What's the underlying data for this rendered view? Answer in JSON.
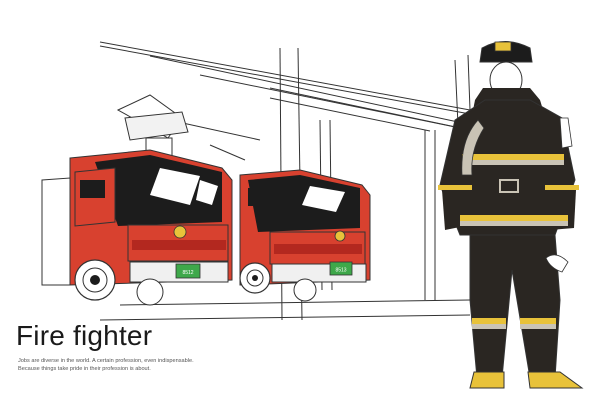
{
  "caption": {
    "title": "Fire fighter",
    "line1": "Jobs are diverse in the world. A certain profession, even indispensable.",
    "line2": "Because things take pride in their profession is about."
  },
  "trucks": [
    {
      "plate": "8512"
    },
    {
      "plate": "8513"
    }
  ],
  "colors": {
    "truck_red": "#d8412f",
    "truck_dark_red": "#b3281f",
    "suit": "#2a2622",
    "reflective_yellow": "#e8c23a",
    "reflective_grey": "#c9c3b5",
    "plate_green": "#3ea84a",
    "line": "#333333"
  }
}
